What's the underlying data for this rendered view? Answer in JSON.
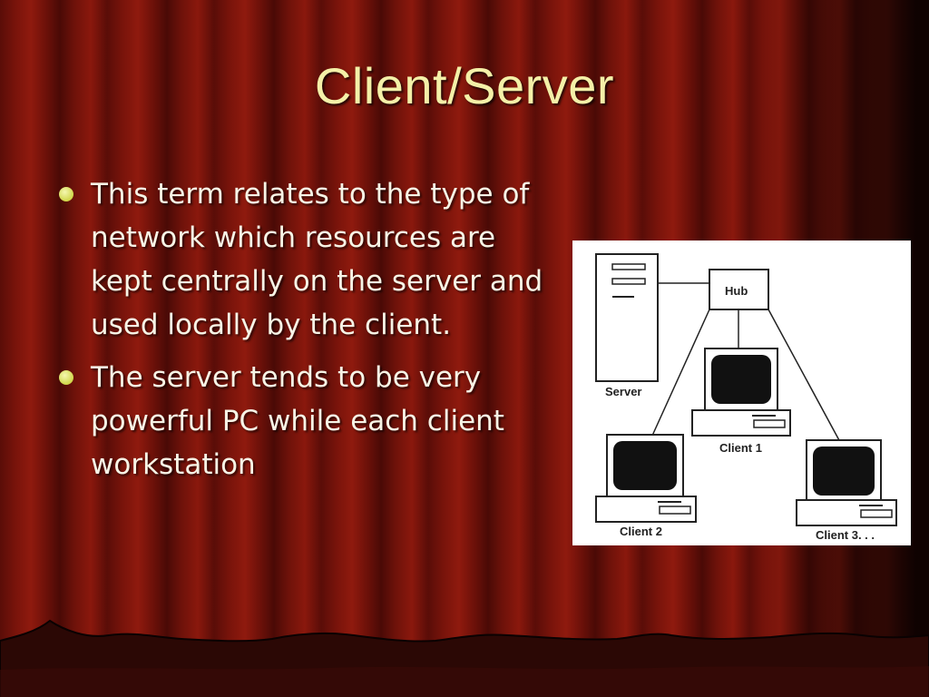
{
  "slide": {
    "title": "Client/Server",
    "bullets": [
      "This term relates to the type of network which resources are kept centrally on the server and used locally by the client.",
      "The server tends to be very powerful PC while each client workstation"
    ]
  },
  "diagram": {
    "server_label": "Server",
    "hub_label": "Hub",
    "client1_label": "Client 1",
    "client2_label": "Client 2",
    "client3_label": "Client 3. . ."
  },
  "colors": {
    "title": "#f4f0a8",
    "bullet_text": "#f7f4e6",
    "bullet_dot": "#d0d74a",
    "curtain": "#7a140b"
  }
}
